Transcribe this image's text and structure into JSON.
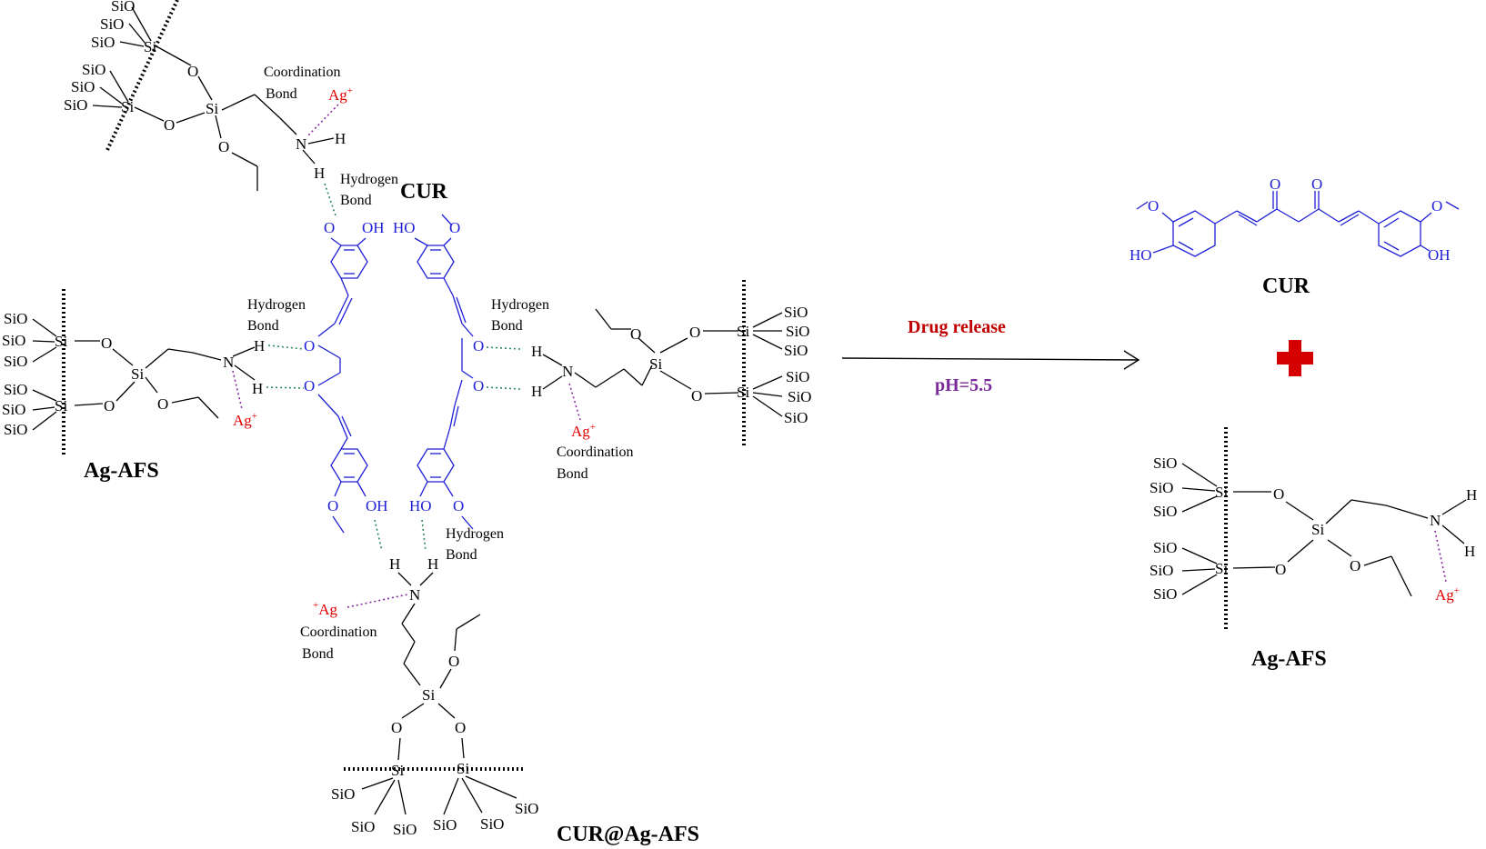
{
  "labels": {
    "ag_afs": "Ag-AFS",
    "cur": "CUR",
    "cur_ag_afs": "CUR@Ag-AFS",
    "drug_release": "Drug release",
    "ph": "pH=5.5"
  },
  "atoms": {
    "sio": "SiO",
    "si": "Si",
    "o": "O",
    "n": "N",
    "h": "H",
    "oh": "OH",
    "ho": "HO",
    "ag": "Ag",
    "ag_sup": "+",
    "ag_pre": "+"
  },
  "bond_text": {
    "coordination_1": "Coordination",
    "coordination_2": "Bond",
    "hydrogen_1": "Hydrogen",
    "hydrogen_2": "Bond"
  },
  "colors": {
    "curcumin": "#1f1fd6",
    "silver": "#e00000",
    "drug_release": "#c00000",
    "ph": "#7a2a9a",
    "plus": "#d40000",
    "hydrogen_bond": "#2a8a5a",
    "coordination_bond": "#8a2aa0"
  }
}
